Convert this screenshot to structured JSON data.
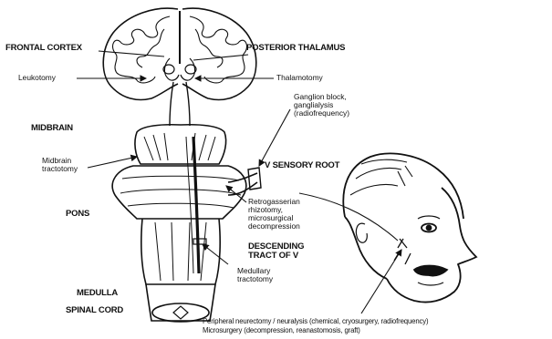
{
  "labels": {
    "frontal_cortex": "FRONTAL CORTEX",
    "posterior_thalamus": "POSTERIOR THALAMUS",
    "leukotomy": "Leukotomy",
    "thalamotomy": "Thalamotomy",
    "ganglion_block": "Ganglion block,\nganglialysis\n(radiofrequency)",
    "midbrain": "MIDBRAIN",
    "midbrain_tractotomy": "Midbrain\ntractotomy",
    "v_sensory_root": "V SENSORY ROOT",
    "pons": "PONS",
    "retrogasserian": "Retrogasserian\nrhizotomy,\nmicrosurgical\ndecompression",
    "descending_tract": "DESCENDING\nTRACT OF V",
    "medulla": "MEDULLA",
    "medullary_tractotomy": "Medullary\ntractotomy",
    "spinal_cord": "SPINAL CORD",
    "peripheral_line1": "Peripheral neurectomy / neuralysis (chemical, cryosurgery, radiofrequency)",
    "peripheral_line2": "Microsurgery (decompression, reanastomosis, graft)"
  }
}
